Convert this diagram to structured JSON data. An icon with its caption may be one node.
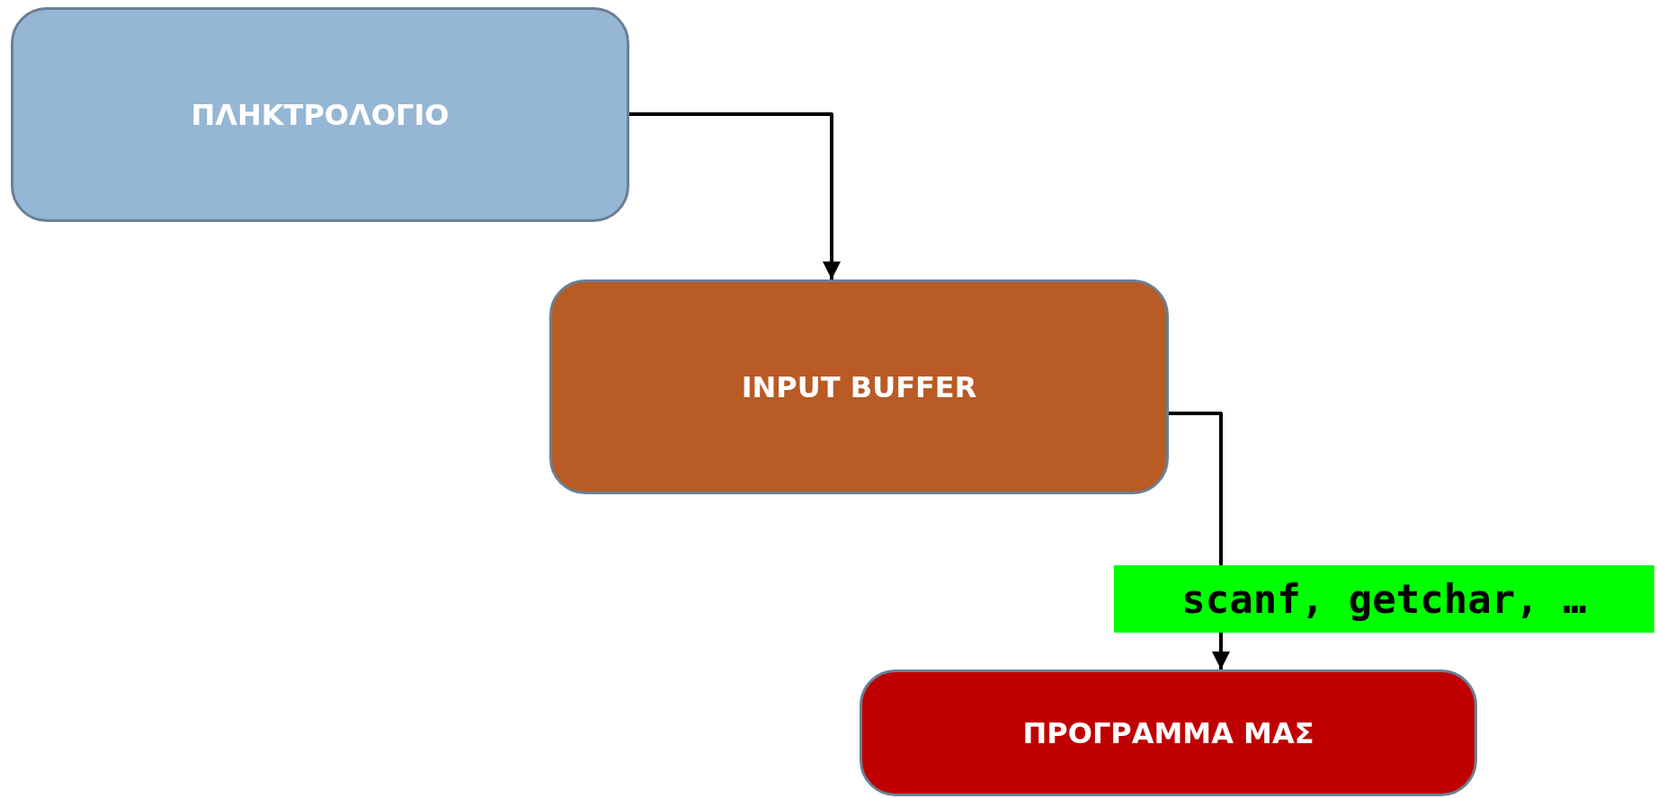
{
  "diagram": {
    "nodes": [
      {
        "text": [
          "ΠΛΗΚΤΡΟΛΟΓΙΟ"
        ]
      },
      {
        "text": [
          "INPUT BUFFER"
        ]
      },
      {
        "text": [
          "ΠΡΟΓΡΑΜΜΑ ΜΑΣ"
        ]
      }
    ],
    "edges": [
      {
        "from": 0,
        "to": 1,
        "arrow": "to"
      },
      {
        "from": 1,
        "to": 2,
        "arrow": "to",
        "label": "scanf, getchar, …"
      }
    ]
  }
}
